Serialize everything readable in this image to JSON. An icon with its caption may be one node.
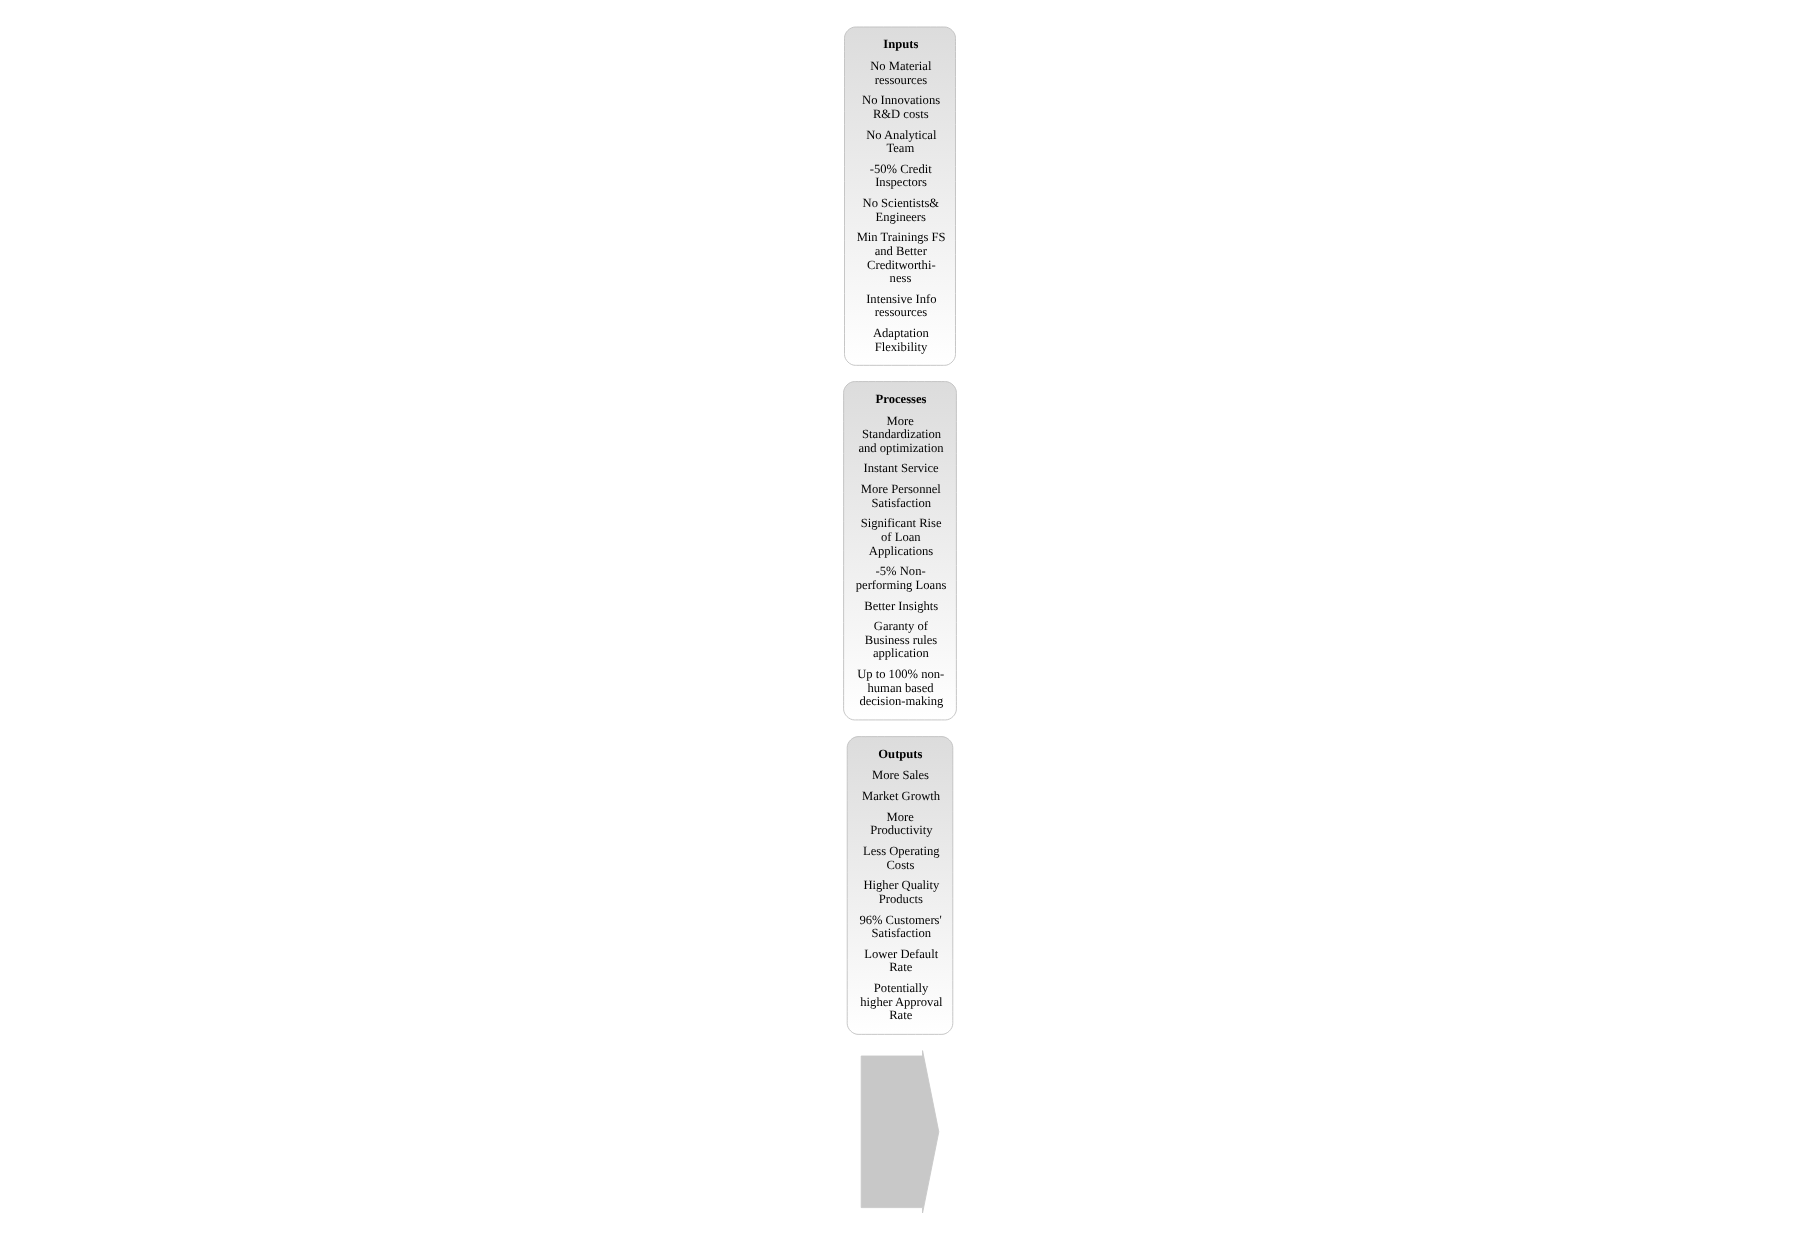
{
  "diagram": {
    "nodes": [
      {
        "text": [
          "Inputs",
          "No Material ressources",
          "No Innovations R&D costs",
          "No Analytical Team",
          "-50% Credit Inspectors",
          "No Scientists& Engineers",
          "Min Trainings FS and Better Creditworthi- ness",
          "Intensive Info ressources",
          "Adaptation Flexibility"
        ]
      },
      {
        "text": [
          "Processes",
          "More Standardization and optimization",
          "Instant Service",
          "More Personnel Satisfaction",
          "Significant Rise of Loan Applications",
          "-5% Non- performing Loans",
          "Better Insights",
          "Garanty of Business rules application",
          "Up to 100% non- human based decision-making"
        ]
      },
      {
        "text": [
          "Outputs",
          "More Sales",
          "Market Growth",
          "More Productivity",
          "Less Operating Costs",
          "Higher Quality Products",
          "96% Customers' Satisfaction",
          "Lower Default Rate",
          "Potentially higher Approval Rate"
        ]
      },
      {
        "text": [],
        "shape": "arrow"
      }
    ],
    "edges": []
  }
}
